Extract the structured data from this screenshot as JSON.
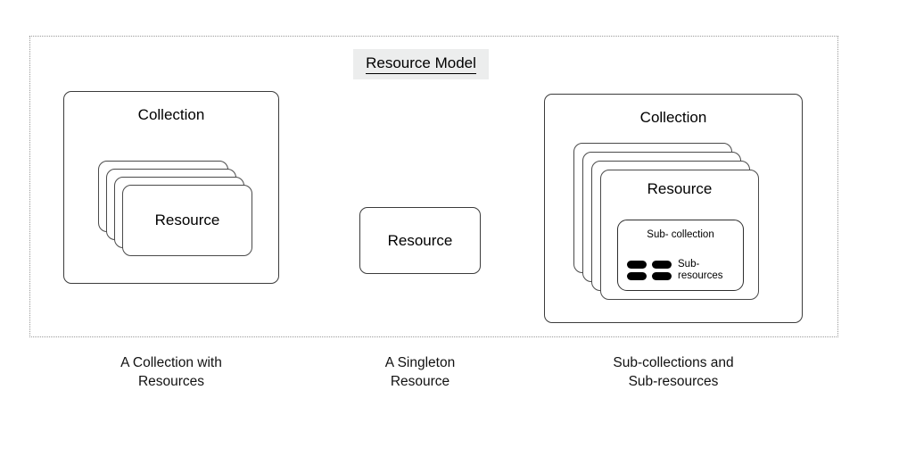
{
  "title": {
    "text": "Resource Model",
    "background": "#eceded",
    "underlined": true
  },
  "frame": {
    "border_style": "dotted",
    "border_color": "#9a9a9a"
  },
  "panels": [
    {
      "id": "collection-with-resources",
      "container_label": "Collection",
      "stack_label": "Resource",
      "stack_count": 4,
      "caption": "A Collection with Resources"
    },
    {
      "id": "singleton-resource",
      "box_label": "Resource",
      "caption": "A Singleton Resource"
    },
    {
      "id": "sub-collections-and-sub-resources",
      "container_label": "Collection",
      "stack_label": "Resource",
      "stack_count": 4,
      "sub_collection_label": "Sub- collection",
      "sub_resources_label": "Sub-\nresources",
      "sub_resource_count": 4,
      "sub_resource_color": "#000000",
      "caption": "Sub-collections and Sub-resources"
    }
  ],
  "captions": {
    "left_line1": "A Collection with",
    "left_line2": "Resources",
    "middle_line1": "A Singleton",
    "middle_line2": "Resource",
    "right_line1": "Sub-collections and",
    "right_line2": "Sub-resources"
  },
  "labels": {
    "collection_left": "Collection",
    "collection_right": "Collection",
    "resource_left": "Resource",
    "resource_middle": "Resource",
    "resource_right": "Resource",
    "sub_collection": "Sub- collection",
    "sub_resources_line1": "Sub-",
    "sub_resources_line2": "resources"
  }
}
